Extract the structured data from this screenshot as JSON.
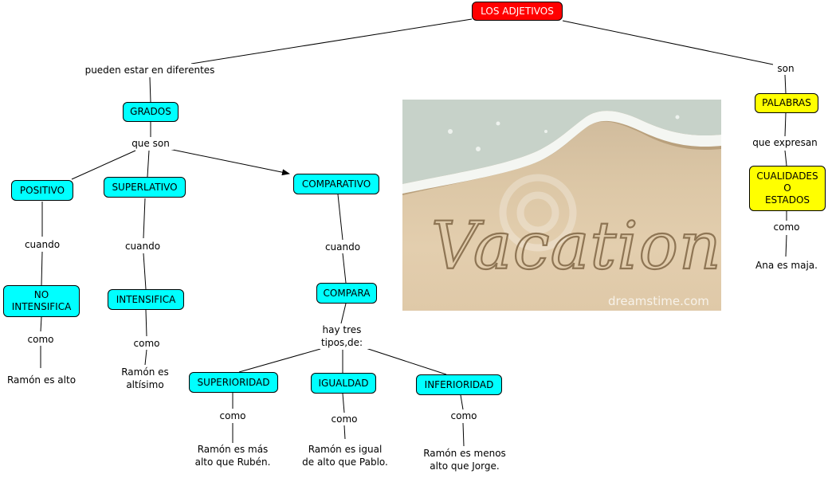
{
  "root": "LOS ADJETIVOS",
  "labels": {
    "grados_link": "pueden estar en diferentes",
    "son": "son",
    "que_son": "que son",
    "que_expresan": "que expresan",
    "cuando_positivo": "cuando",
    "cuando_superlativo": "cuando",
    "cuando_comparativo": "cuando",
    "como_no_intensifica": "como",
    "como_intensifica": "como",
    "como_cualidades": "como",
    "hay_tres": "hay tres\ntipos,de:",
    "como_superioridad": "como",
    "como_igualdad": "como",
    "como_inferioridad": "como"
  },
  "nodes": {
    "grados": "GRADOS",
    "positivo": "POSITIVO",
    "superlativo": "SUPERLATIVO",
    "comparativo": "COMPARATIVO",
    "no_intensifica": "NO\nINTENSIFICA",
    "intensifica": "INTENSIFICA",
    "compara": "COMPARA",
    "superioridad": "SUPERIORIDAD",
    "igualdad": "IGUALDAD",
    "inferioridad": "INFERIORIDAD",
    "palabras": "PALABRAS",
    "cualidades": "CUALIDADES\nO\nESTADOS"
  },
  "examples": {
    "ramon_alto": "Ramón es alto",
    "ramon_altisimo": "Ramón es\naltísimo",
    "superioridad": "Ramón es más\nalto que Rubén.",
    "igualdad": "Ramón es igual\nde alto que Pablo.",
    "inferioridad": "Ramón es menos\nalto que Jorge.",
    "ana": "Ana es maja."
  },
  "photo": {
    "sand_text": "Vacation",
    "watermark": "dreamstime.com"
  },
  "colors": {
    "concept": "#00ffff",
    "root": "#ff0000",
    "right_branch": "#ffff00"
  }
}
